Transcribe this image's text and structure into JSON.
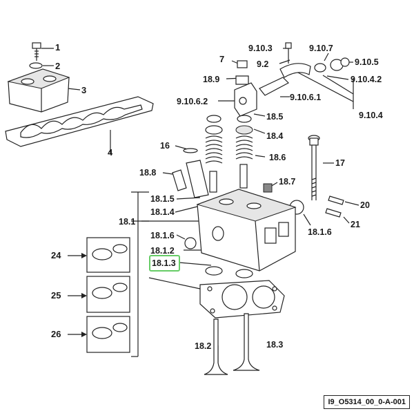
{
  "diagram_ref": "I9_O5314_00_0-A-001",
  "callouts": {
    "c1": "1",
    "c2": "2",
    "c3": "3",
    "c4": "4",
    "c7": "7",
    "c9_10_3": "9.10.3",
    "c9_10_7": "9.10.7",
    "c9_2": "9.2",
    "c9_10_5": "9.10.5",
    "c18_9": "18.9",
    "c9_10_4_2": "9.10.4.2",
    "c9_10_6_2": "9.10.6.2",
    "c9_10_6_1": "9.10.6.1",
    "c9_10_4": "9.10.4",
    "c18_5": "18.5",
    "c18_4": "18.4",
    "c16": "16",
    "c18_6": "18.6",
    "c17": "17",
    "c18_8": "18.8",
    "c18_7": "18.7",
    "c18_1_5": "18.1.5",
    "c20": "20",
    "c18_1_4": "18.1.4",
    "c18_1": "18.1",
    "c21": "21",
    "c18_1_6a": "18.1.6",
    "c18_1_6b": "18.1.6",
    "c18_1_2": "18.1.2",
    "c18_1_3": "18.1.3",
    "c24": "24",
    "c25": "25",
    "c26": "26",
    "c18_2": "18.2",
    "c18_3": "18.3"
  },
  "highlighted_callout": "18.1.3",
  "colors": {
    "highlight": "#66cc66",
    "line": "#222222"
  }
}
